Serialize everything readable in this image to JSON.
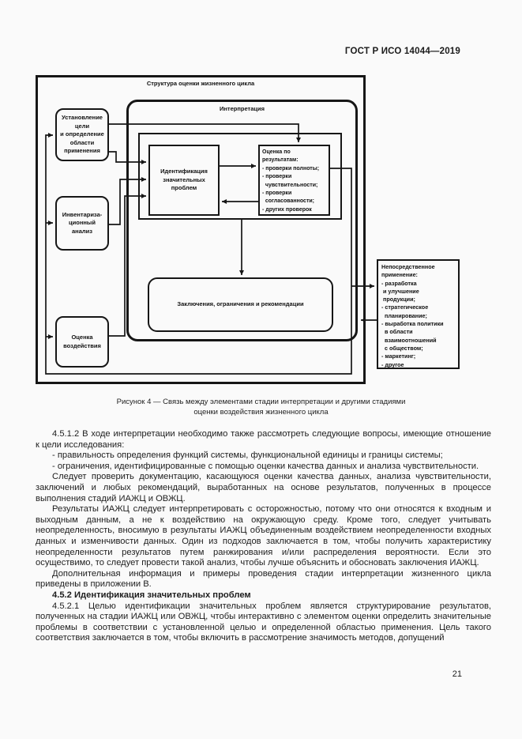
{
  "page": {
    "header": "ГОСТ Р ИСО 14044—2019",
    "number": "21"
  },
  "figure": {
    "outer_title": "Структура оценки жизненного цикла",
    "interpretation_title": "Интерпретация",
    "boxes": {
      "goal": "Установление\nцели\nи определение\nобласти\nприменения",
      "inventory": "Инвентариза-\nционный\nанализ",
      "impact": "Оценка\nвоздействия",
      "identification": "Идентификация\nзначительных\nпроблем",
      "evaluation": "Оценка по\nрезультатам:\n- проверки полноты;\n- проверки\n  чувствительности;\n- проверки\n  согласованности;\n- других проверок",
      "conclusions": "Заключения, ограничения и рекомендации",
      "direct_application": "Непосредственное\nприменение:\n- разработка\n и улучшение\n продукции;\n- стратегическое\n  планирование;\n- выработка политики\n  в области\n  взаимоотношений\n  с обществом;\n- маркетинг;\n- другое"
    },
    "caption": "Рисунок 4 — Связь между элементами стадии интерпретации и другими стадиями\nоценки воздействия жизненного цикла"
  },
  "content": {
    "paragraphs": [
      {
        "text": "4.5.1.2 В ходе интерпретации необходимо также рассмотреть следующие вопросы, имеющие отношение к цели исследования:"
      },
      {
        "text": "- правильность определения функций системы, функциональной единицы и границы системы;"
      },
      {
        "text": "- ограничения, идентифицированные с помощью оценки качества данных и анализа чувствительности."
      },
      {
        "text": "Следует проверить документацию, касающуюся оценки качества данных, анализа чувствительности, заключений и любых рекомендаций, выработанных на основе результатов, полученных в процессе выполнения стадий ИАЖЦ и ОВЖЦ."
      },
      {
        "text": "Результаты ИАЖЦ следует интерпретировать с осторожностью, потому что они относятся к входным и выходным данным, а не к воздействию на окружающую среду. Кроме того, следует учитывать неопределенность, вносимую в результаты ИАЖЦ объединенным воздействием неопределенности входных данных и изменчивости данных. Один из подходов заключается в том, чтобы получить характеристику неопределенности результатов путем ранжирования и/или распределения вероятности. Если это осуществимо, то следует провести такой анализ, чтобы лучше объяснить и обосновать заключения ИАЖЦ."
      },
      {
        "text": "Дополнительная информация и примеры проведения стадии интерпретации жизненного цикла приведены в приложении В."
      },
      {
        "text": "4.5.2 Идентификация значительных проблем"
      },
      {
        "text": "4.5.2.1 Целью идентификации значительных проблем является структурирование результатов, полученных на стадии ИАЖЦ или ОВЖЦ, чтобы интерактивно с элементом оценки определить значительные проблемы в соответствии с установленной целью и определенной областью применения. Цель такого соответствия заключается в том, чтобы включить в рассмотрение значимость методов, допущений"
      }
    ]
  },
  "colors": {
    "ink": "#161616",
    "paper": "#fafafa"
  }
}
